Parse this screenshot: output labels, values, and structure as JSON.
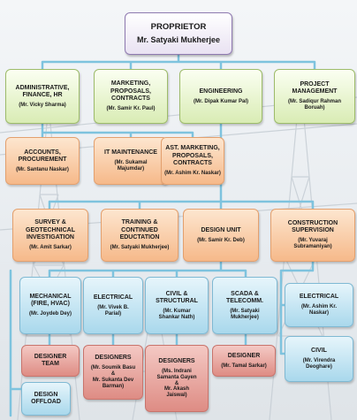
{
  "proprietor": {
    "title": "PROPRIETOR",
    "name": "Mr. Satyaki Mukherjee"
  },
  "departments": [
    {
      "title": "ADMINISTRATIVE,\nFINANCE, HR",
      "person": "(Mr. Vicky Sharma)"
    },
    {
      "title": "MARKETING,\nPROPOSALS,\nCONTRACTS",
      "person": "(Mr. Samir Kr. Paul)"
    },
    {
      "title": "ENGINEERING",
      "person": "(Mr. Dipak Kumar Pal)"
    },
    {
      "title": "PROJECT\nMANAGEMENT",
      "person": "(Mr. Sadiqur Rahman\nBoruah)"
    }
  ],
  "support": [
    {
      "title": "ACCOUNTS,\nPROCUREMENT",
      "person": "(Mr. Santanu Naskar)"
    },
    {
      "title": "IT MAINTENANCE",
      "person": "(Mr. Sukamal\nMajumdar)"
    },
    {
      "title": "AST. MARKETING,\nPROPOSALS,\nCONTRACTS",
      "person": "(Mr. Ashim Kr. Naskar)"
    }
  ],
  "units": [
    {
      "title": "SURVEY &\nGEOTECHNICAL\nINVESTIGATION",
      "person": "(Mr. Amit Sarkar)"
    },
    {
      "title": "TRAINING &\nCONTINUED\nEDUCTATION",
      "person": "(Mr. Satyaki Mukherjee)"
    },
    {
      "title": "DESIGN UNIT",
      "person": "(Mr. Samir Kr. Deb)"
    },
    {
      "title": "CONSTRUCTION\nSUPERVISION",
      "person": "(Mr. Yuvaraj\nSubramaniyan)"
    }
  ],
  "design": [
    {
      "title": "MECHANICAL\n(FIRE, HVAC)",
      "person": "(Mr. Joydeb Dey)"
    },
    {
      "title": "ELECTRICAL",
      "person": "(Mr. Vivek B.\nParial)"
    },
    {
      "title": "CIVIL &\nSTRUCTURAL",
      "person": "(Mr. Kumar\nShankar Nath)"
    },
    {
      "title": "SCADA &\nTELECOMM.",
      "person": "(Mr. Satyaki\nMukherjee)"
    }
  ],
  "designers": [
    {
      "title": "DESIGNER\nTEAM",
      "person": ""
    },
    {
      "title": "DESIGNERS",
      "person": "(Mr. Soumik Basu\n&\nMr. Sukanta Dev\nBarman)"
    },
    {
      "title": "DESIGNERS",
      "person": "(Ms. Indrani\nSamanta Gayen\n&\nMr. Akash\nJaiswal)"
    },
    {
      "title": "DESIGNER",
      "person": "(Mr. Tamal Sarkar)"
    }
  ],
  "offload": {
    "title": "DESIGN\nOFFLOAD"
  },
  "construction": [
    {
      "title": "ELECTRICAL",
      "person": "(Mr. Ashim Kr.\nNaskar)"
    },
    {
      "title": "CIVIL",
      "person": "(Mr. Virendra\nDeoghare)"
    }
  ],
  "colors": {
    "purple": "#8e79b0",
    "green": "#9dbb6a",
    "orange": "#f6b98a",
    "blue": "#a9d8ec",
    "red": "#de8c84",
    "line": "#7ec3de"
  }
}
